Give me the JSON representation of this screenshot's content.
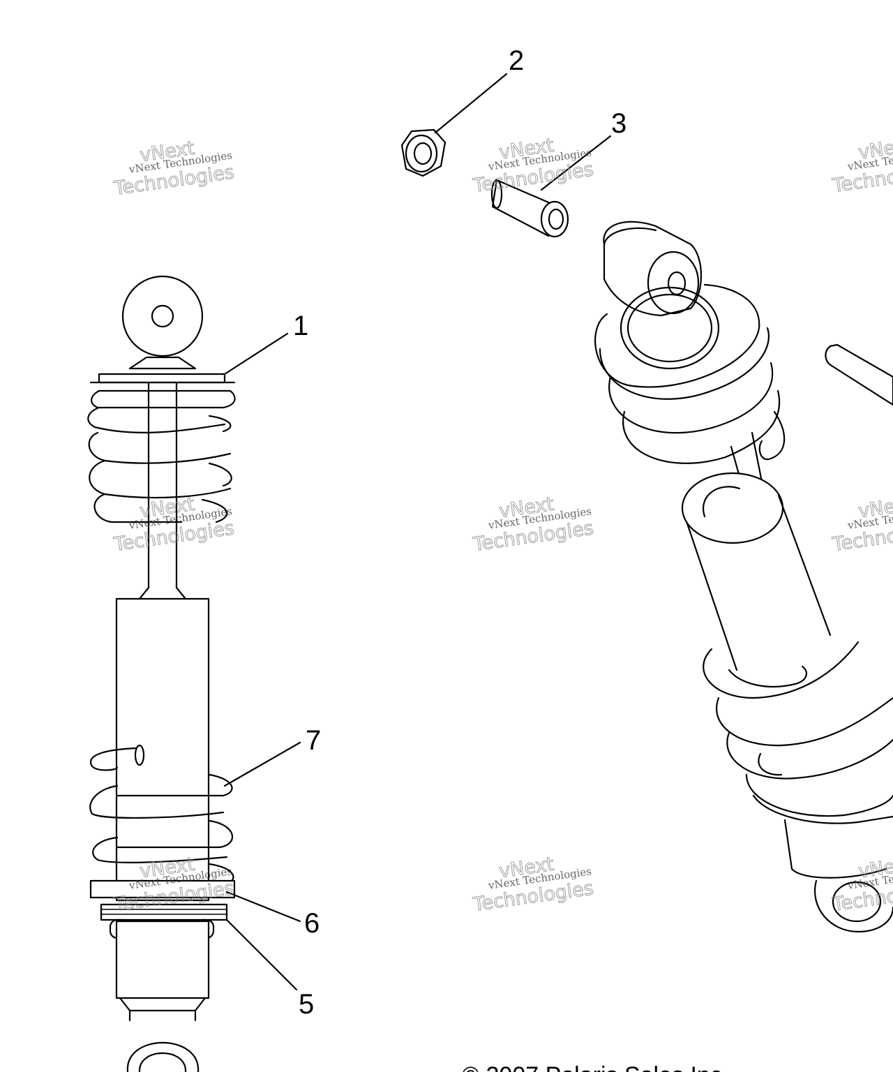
{
  "callouts": [
    "1",
    "2",
    "3",
    "5",
    "6",
    "7"
  ],
  "watermark": {
    "line1": "vNext Technologies",
    "line2": "Technologies",
    "line3": "vNext"
  },
  "copyright": "© 2007 Polaris Sales Inc."
}
